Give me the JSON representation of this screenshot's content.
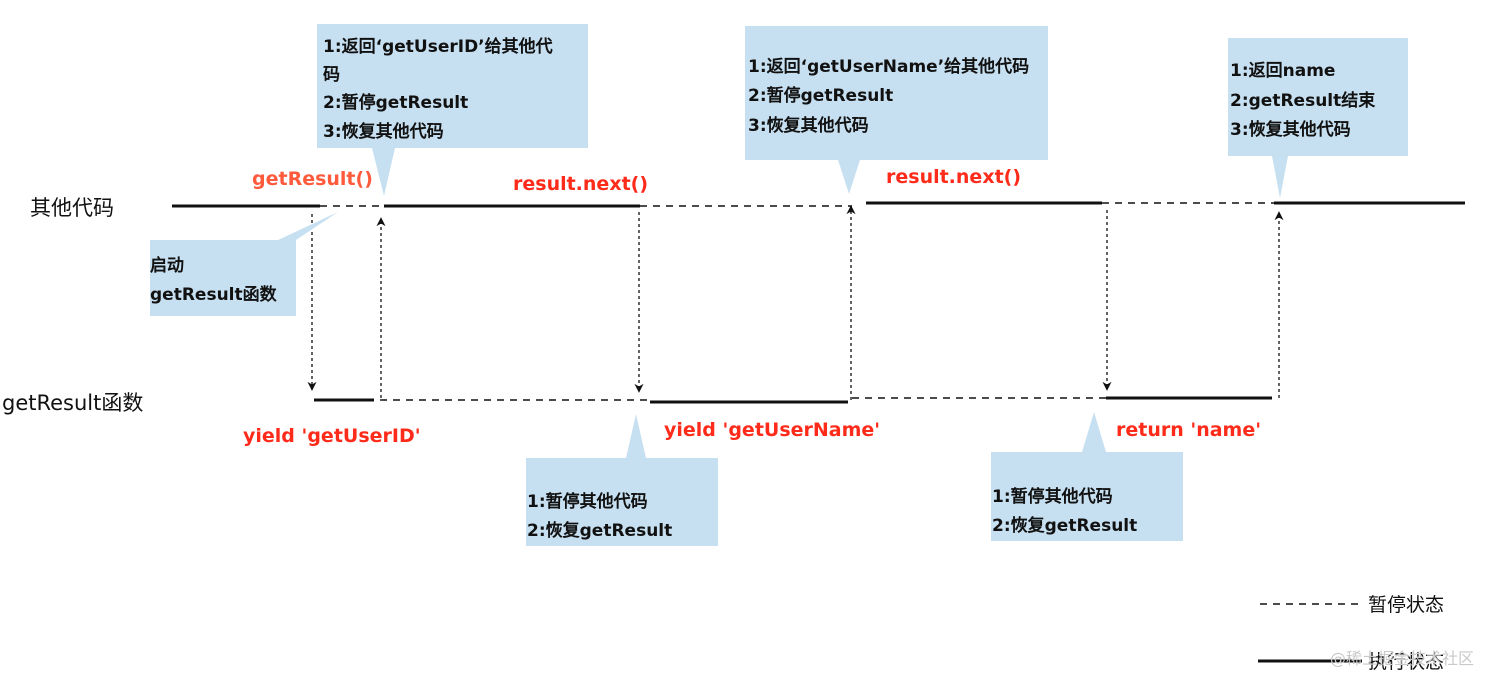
{
  "lanes": {
    "other_code": "其他代码",
    "get_result_fn": "getResult函数"
  },
  "labels": {
    "get_result_call": "getResult()",
    "next_1": "result.next()",
    "next_2": "result.next()",
    "yield_1": "yield 'getUserID'",
    "yield_2": "yield 'getUserName'",
    "return_name": "return 'name'"
  },
  "callouts": {
    "start": [
      "启动",
      "getResult函数"
    ],
    "top_1": [
      "1:返回‘getUserID’给其他代",
      "码",
      "2:暂停getResult",
      "3:恢复其他代码"
    ],
    "top_2": [
      "1:返回‘getUserName’给其他代码",
      "2:暂停getResult",
      "3:恢复其他代码"
    ],
    "top_3": [
      "1:返回name",
      "2:getResult结束",
      "3:恢复其他代码"
    ],
    "bottom_1": [
      "1:暂停其他代码",
      "2:恢复getResult"
    ],
    "bottom_2": [
      "1:暂停其他代码",
      "2:恢复getResult"
    ]
  },
  "legend": {
    "paused": "暂停状态",
    "executing": "执行状态"
  },
  "watermark": "@稀土掘金技术社区",
  "colors": {
    "callout": "#c7e0f1",
    "label_red": "#ff2b1a",
    "line": "#111111"
  }
}
